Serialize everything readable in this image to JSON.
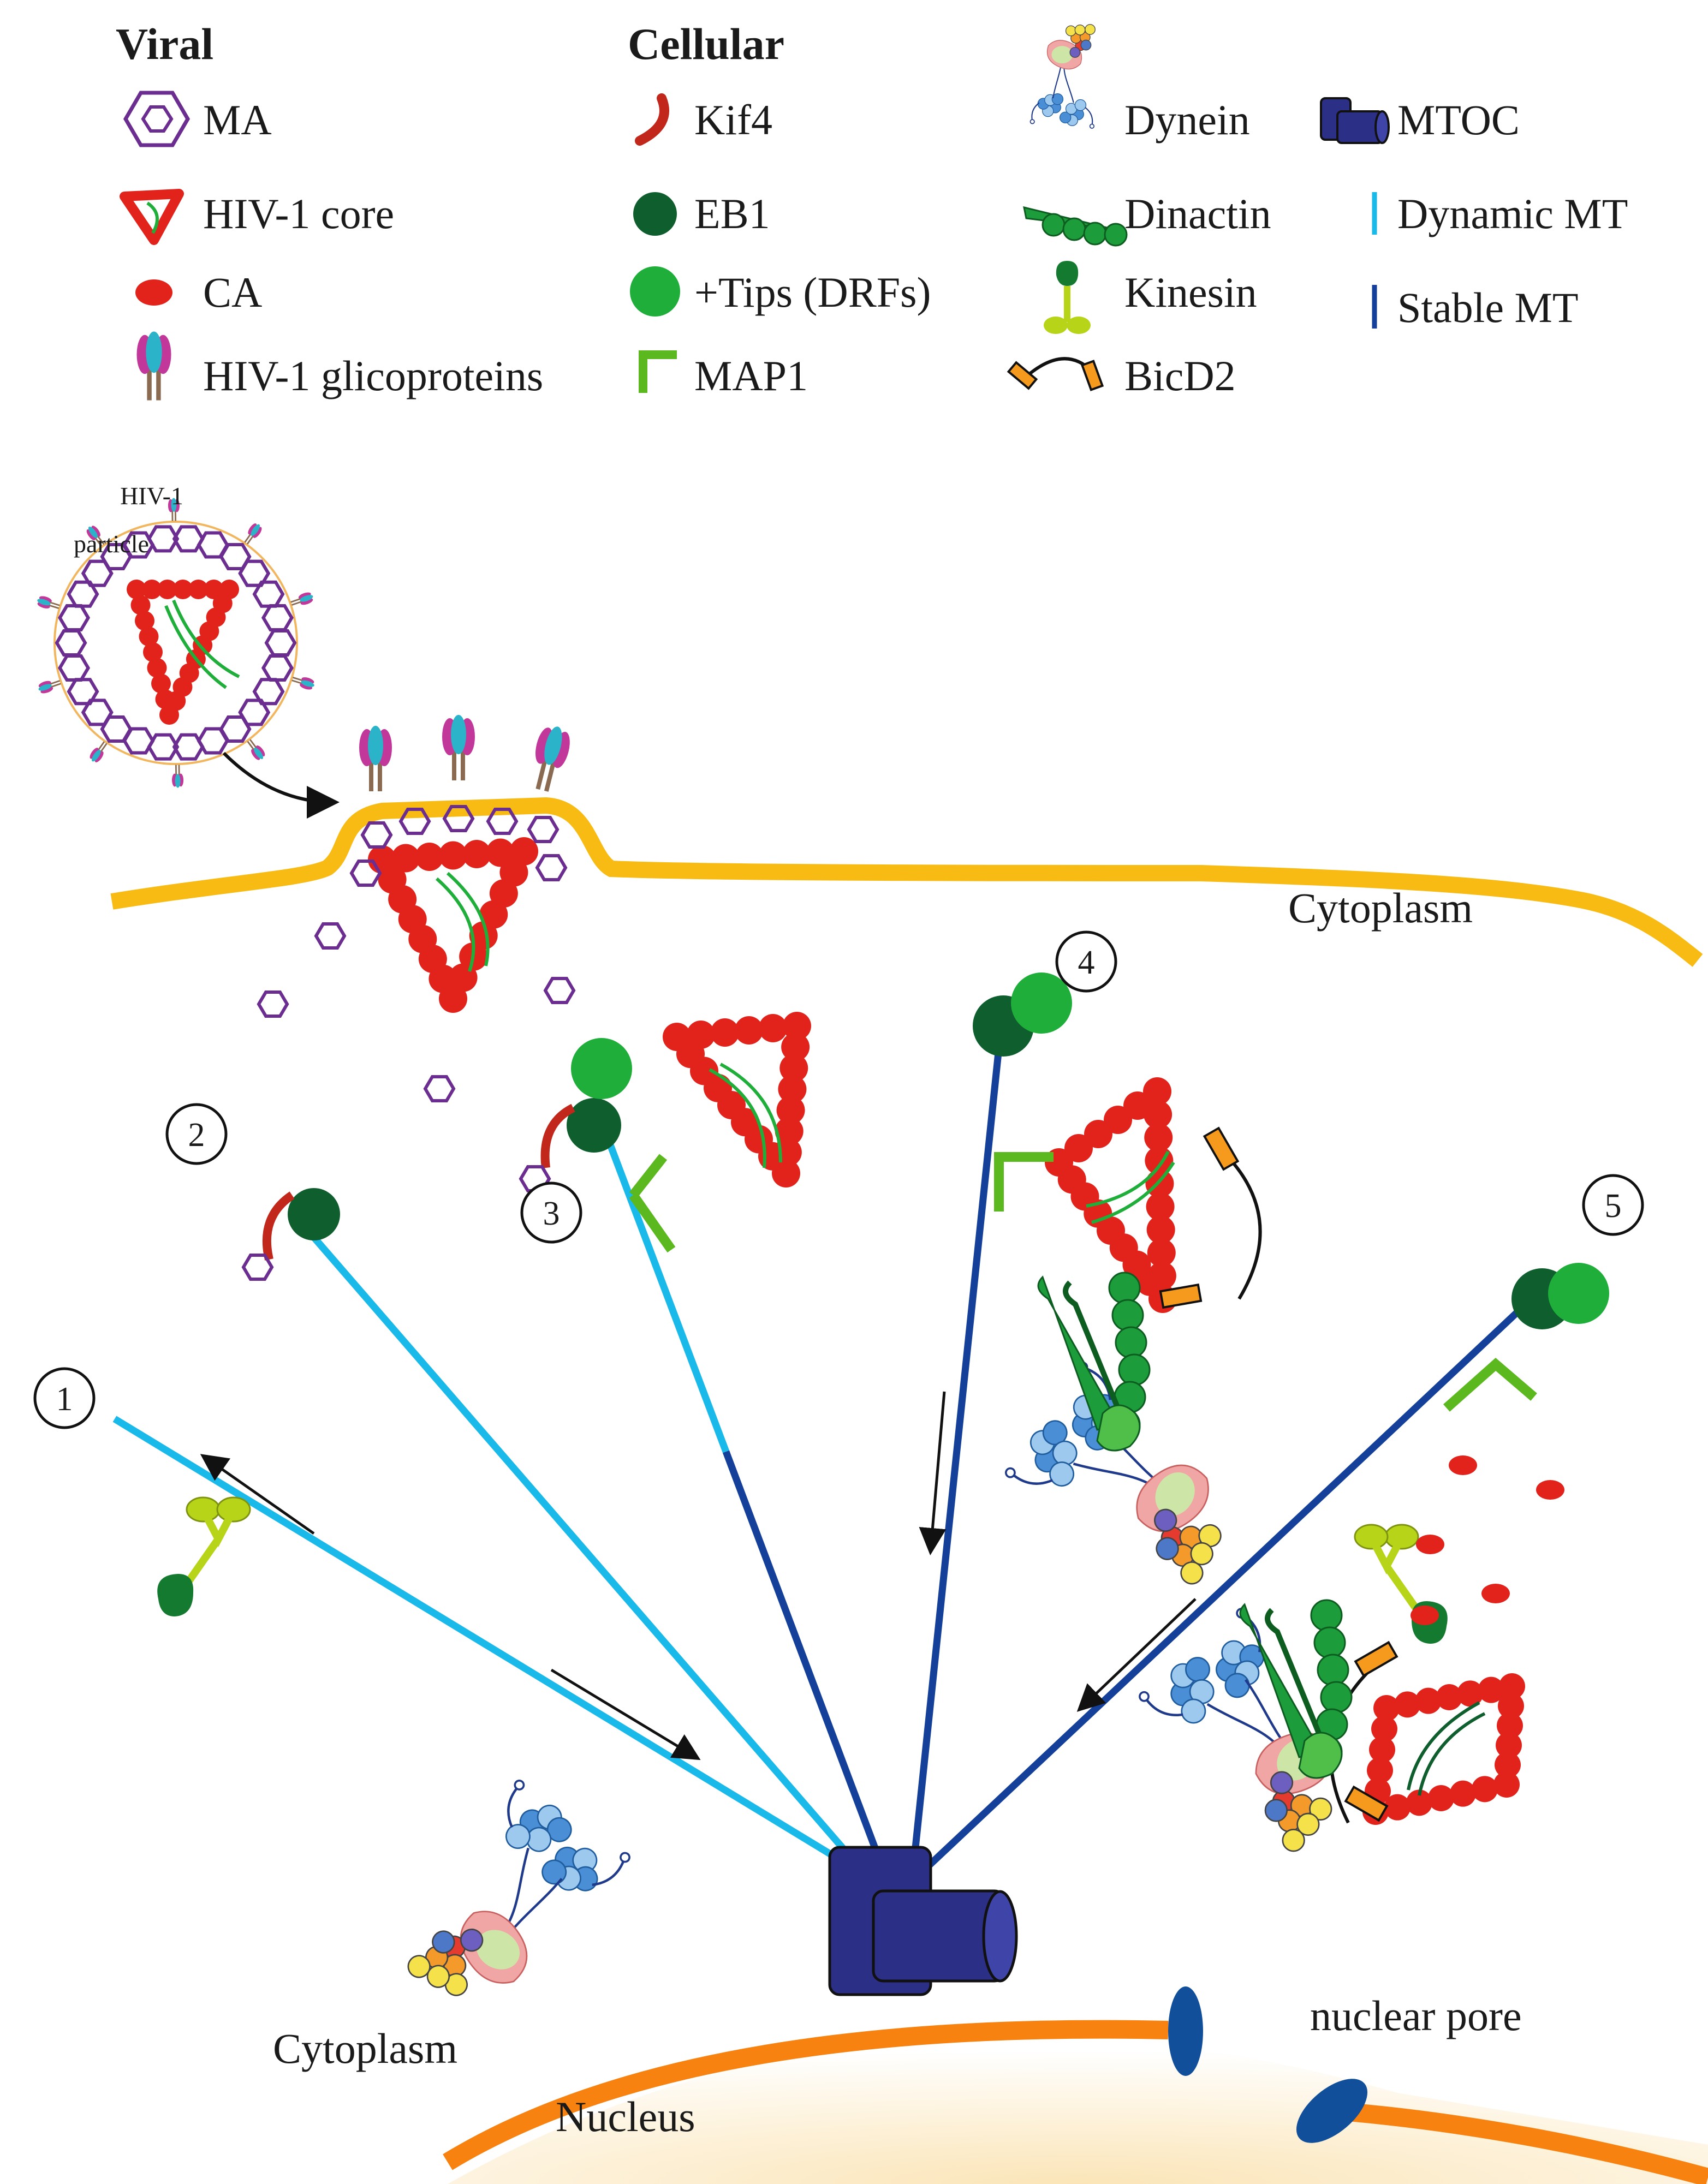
{
  "legend": {
    "viral": {
      "heading": "Viral",
      "items": [
        {
          "label": "MA",
          "icon": "hexagon-icon"
        },
        {
          "label": "HIV-1 core",
          "icon": "core-icon"
        },
        {
          "label": "CA",
          "icon": "red-dot-icon"
        },
        {
          "label": "HIV-1 glicoproteins",
          "icon": "glycoprotein-icon"
        }
      ]
    },
    "cellular": {
      "heading": "Cellular",
      "items": [
        {
          "label": "Kif4",
          "icon": "kif4-icon"
        },
        {
          "label": "EB1",
          "icon": "eb1-icon"
        },
        {
          "label": "+Tips (DRFs)",
          "icon": "tips-icon"
        },
        {
          "label": "MAP1",
          "icon": "map1-icon"
        }
      ]
    },
    "motors": {
      "items": [
        {
          "label": "Dynein",
          "icon": "dynein-icon"
        },
        {
          "label": "Dinactin",
          "icon": "dynactin-icon"
        },
        {
          "label": "Kinesin",
          "icon": "kinesin-icon"
        },
        {
          "label": "BicD2",
          "icon": "bicd2-icon"
        }
      ]
    },
    "structures": {
      "items": [
        {
          "label": "MTOC",
          "icon": "mtoc-icon"
        },
        {
          "label": "Dynamic MT",
          "icon": "dynamic-mt-icon"
        },
        {
          "label": "Stable MT",
          "icon": "stable-mt-icon"
        }
      ]
    }
  },
  "labels": {
    "particle_line1": "HIV-1",
    "particle_line2": "particle",
    "cytoplasm_top": "Cytoplasm",
    "cytoplasm_bottom": "Cytoplasm",
    "nucleus": "Nucleus",
    "nuclear_pore": "nuclear pore"
  },
  "steps": [
    "1",
    "2",
    "3",
    "4",
    "5"
  ],
  "colors": {
    "membrane": "#f7bb14",
    "nuclear_envelope": "#f7820f",
    "dynamic_mt": "#19b9ea",
    "stable_mt": "#14409a",
    "capsid": "#e1231b",
    "ma": "#6b2d90",
    "eb1": "#0f5e2e",
    "tips": "#1fae3a",
    "map1": "#5bb81e",
    "kif4": "#c1271b",
    "mtoc": "#2b2f86",
    "bicd2": "#f59a1d",
    "nuclear_pore": "#114f9b"
  }
}
